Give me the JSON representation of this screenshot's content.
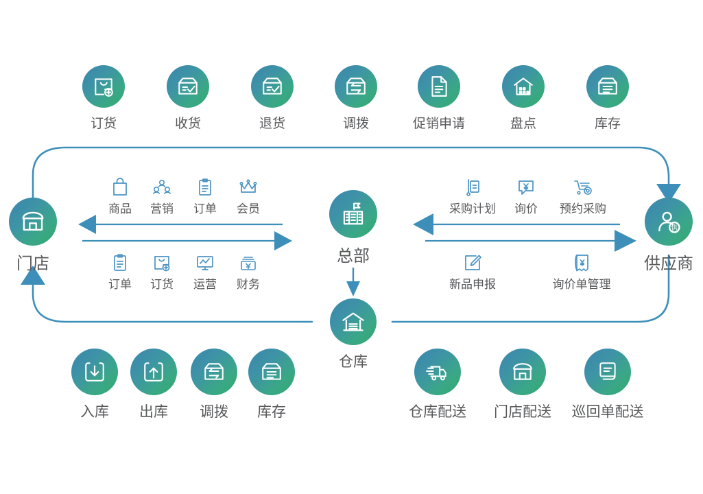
{
  "theme": {
    "bubble_gradient_from": "#3a86ad",
    "bubble_gradient_to": "#33a96f",
    "line_color": "#3d8fb9",
    "icon_stroke": "#4a93c4",
    "text_color": "#58595b",
    "background": "#ffffff"
  },
  "nodes": {
    "store": {
      "label": "门店",
      "icon": "storefront-icon"
    },
    "headquarters": {
      "label": "总部",
      "icon": "office-building-icon"
    },
    "warehouse": {
      "label": "仓库",
      "icon": "warehouse-icon"
    },
    "supplier": {
      "label": "供应商",
      "icon": "supplier-person-icon"
    }
  },
  "top_row": [
    {
      "label": "订货",
      "icon": "bag-plus-icon"
    },
    {
      "label": "收货",
      "icon": "box-check-icon"
    },
    {
      "label": "退货",
      "icon": "box-check-return-icon"
    },
    {
      "label": "调拨",
      "icon": "box-transfer-icon"
    },
    {
      "label": "促销申请",
      "icon": "document-lines-icon"
    },
    {
      "label": "盘点",
      "icon": "stocktake-house-icon"
    },
    {
      "label": "库存",
      "icon": "box-lines-icon"
    }
  ],
  "bottom_left_row": [
    {
      "label": "入库",
      "icon": "arrow-down-in-icon"
    },
    {
      "label": "出库",
      "icon": "arrow-up-out-icon"
    },
    {
      "label": "调拨",
      "icon": "box-transfer-icon"
    },
    {
      "label": "库存",
      "icon": "box-lines-icon"
    }
  ],
  "bottom_right_row": [
    {
      "label": "仓库配送",
      "icon": "delivery-truck-icon"
    },
    {
      "label": "门店配送",
      "icon": "store-delivery-icon"
    },
    {
      "label": "巡回单配送",
      "icon": "stacked-docs-icon"
    }
  ],
  "store_to_hq_top": [
    {
      "label": "商品",
      "icon": "shopping-bag-icon"
    },
    {
      "label": "营销",
      "icon": "marketing-group-icon"
    },
    {
      "label": "订单",
      "icon": "clipboard-order-icon"
    },
    {
      "label": "会员",
      "icon": "crown-member-icon"
    }
  ],
  "store_to_hq_bottom": [
    {
      "label": "订单",
      "icon": "clipboard-order-icon"
    },
    {
      "label": "订货",
      "icon": "bag-plus-small-icon"
    },
    {
      "label": "运营",
      "icon": "chart-board-icon"
    },
    {
      "label": "财务",
      "icon": "finance-case-icon"
    }
  ],
  "hq_to_supplier_top": [
    {
      "label": "采购计划",
      "icon": "purchase-plan-icon"
    },
    {
      "label": "询价",
      "icon": "price-inquiry-icon"
    },
    {
      "label": "预约采购",
      "icon": "scheduled-purchase-icon"
    }
  ],
  "hq_to_supplier_bottom": [
    {
      "label": "新品申报",
      "icon": "pencil-declare-icon"
    },
    {
      "label": "询价单管理",
      "icon": "inquiry-doc-icon"
    }
  ],
  "connectors": {
    "store_hq_left_arrow": "left",
    "store_hq_right_arrow": "right",
    "hq_supplier_left_arrow": "left",
    "hq_supplier_right_arrow": "right",
    "hq_to_warehouse_arrow": "down",
    "top_loop_arrow": "down-into-supplier",
    "bottom_loop_arrow": "up-into-store"
  }
}
